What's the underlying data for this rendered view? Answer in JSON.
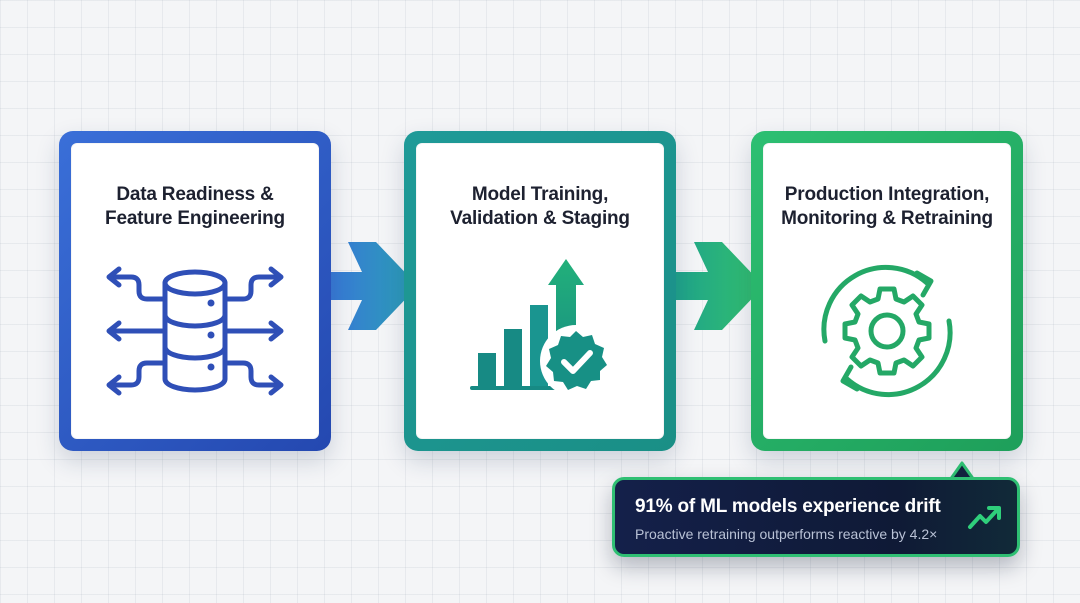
{
  "stages": [
    {
      "title_lines": [
        "Data Readiness &",
        "Feature Engineering"
      ],
      "icon": "database-arrows-icon",
      "color": "#2f5fcf"
    },
    {
      "title_lines": [
        "Model Training,",
        "Validation & Staging"
      ],
      "icon": "bar-chart-check-icon",
      "color": "#1a9590"
    },
    {
      "title_lines": [
        "Production Integration,",
        "Monitoring & Retraining"
      ],
      "icon": "gear-cycle-icon",
      "color": "#28b066"
    }
  ],
  "callout": {
    "headline": "91% of ML models experience drift",
    "subtext": "Proactive retraining outperforms reactive by 4.2×",
    "icon": "trend-up-icon",
    "border_color": "#2fbf73"
  }
}
